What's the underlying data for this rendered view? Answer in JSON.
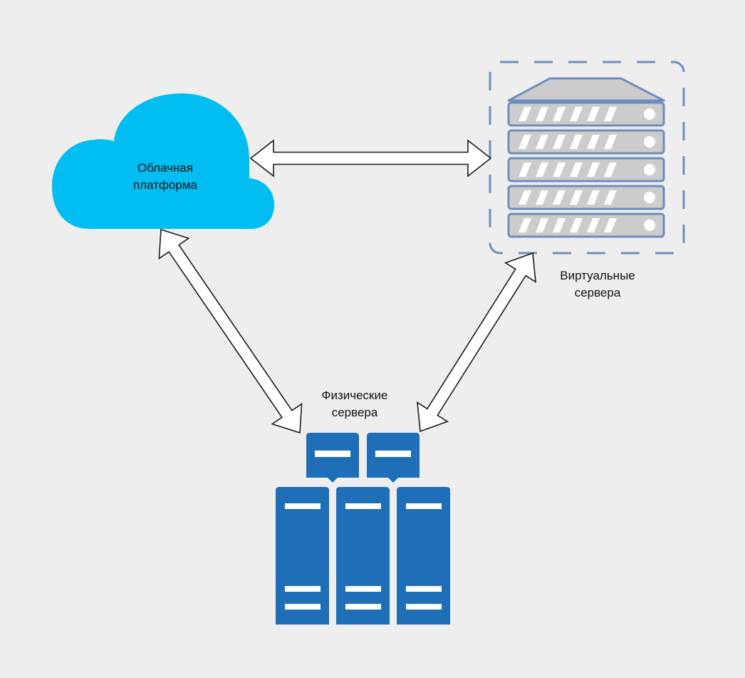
{
  "diagram": {
    "background": "#eeeeee",
    "nodes": {
      "cloud": {
        "label_lines": [
          "Облачная",
          "платформа"
        ],
        "icon": "cloud-icon",
        "color": "#00bef2"
      },
      "virtual_servers": {
        "label_lines": [
          "Виртуальные",
          "сервера"
        ],
        "icon": "server-rack-icon",
        "rack_units": 5,
        "fill": "#cccccc",
        "stroke": "#6c8ebf",
        "frame_style": "dashed"
      },
      "physical_servers": {
        "label_lines": [
          "Физические",
          "сервера"
        ],
        "icon": "server-tower-group-icon",
        "color": "#1f6fb8",
        "tower_count": 3,
        "top_unit_count": 2
      }
    },
    "edges": [
      {
        "id": "cloud-virtual",
        "from": "cloud",
        "to": "virtual_servers",
        "type": "double-arrow"
      },
      {
        "id": "cloud-physical",
        "from": "cloud",
        "to": "physical_servers",
        "type": "double-arrow"
      },
      {
        "id": "virtual-physical",
        "from": "virtual_servers",
        "to": "physical_servers",
        "type": "double-arrow"
      }
    ]
  }
}
